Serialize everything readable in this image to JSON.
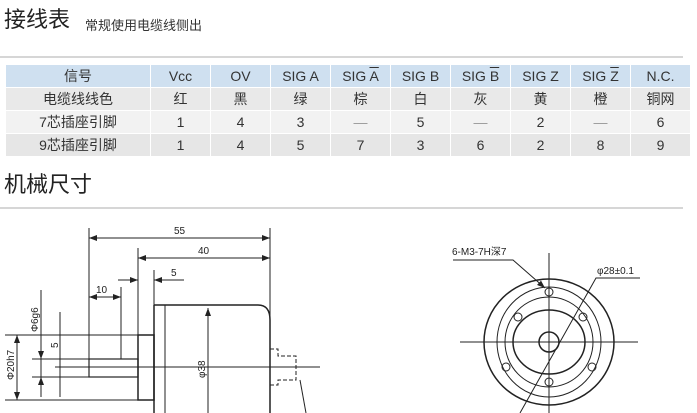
{
  "section1": {
    "title": "接线表",
    "subtitle": "常规使用电缆线侧出"
  },
  "table": {
    "header": [
      "信号",
      "Vcc",
      "OV",
      "SIG A",
      "SIG",
      "SIG B",
      "SIG",
      "SIG Z",
      "SIG",
      "N.C."
    ],
    "header_overline": {
      "4": "A",
      "6": "B",
      "8": "Z"
    },
    "rows": [
      [
        "电缆线线色",
        "红",
        "黑",
        "绿",
        "棕",
        "白",
        "灰",
        "黄",
        "橙",
        "铜网"
      ],
      [
        "7芯插座引脚",
        "1",
        "4",
        "3",
        "—",
        "5",
        "—",
        "2",
        "—",
        "6"
      ],
      [
        "9芯插座引脚",
        "1",
        "4",
        "5",
        "7",
        "3",
        "6",
        "2",
        "8",
        "9"
      ]
    ]
  },
  "section2": {
    "title": "机械尺寸"
  },
  "drawing": {
    "dim_55": "55",
    "dim_40": "40",
    "dim_5": "5",
    "dim_10": "10",
    "dim_phi6g6": "Φ6g6",
    "dim_5v": "5",
    "dim_phi20h7": "Φ20h7",
    "dim_phi38": "φ38",
    "label_holes": "6-M3-7H深7",
    "label_phi28": "φ28±0.1"
  }
}
